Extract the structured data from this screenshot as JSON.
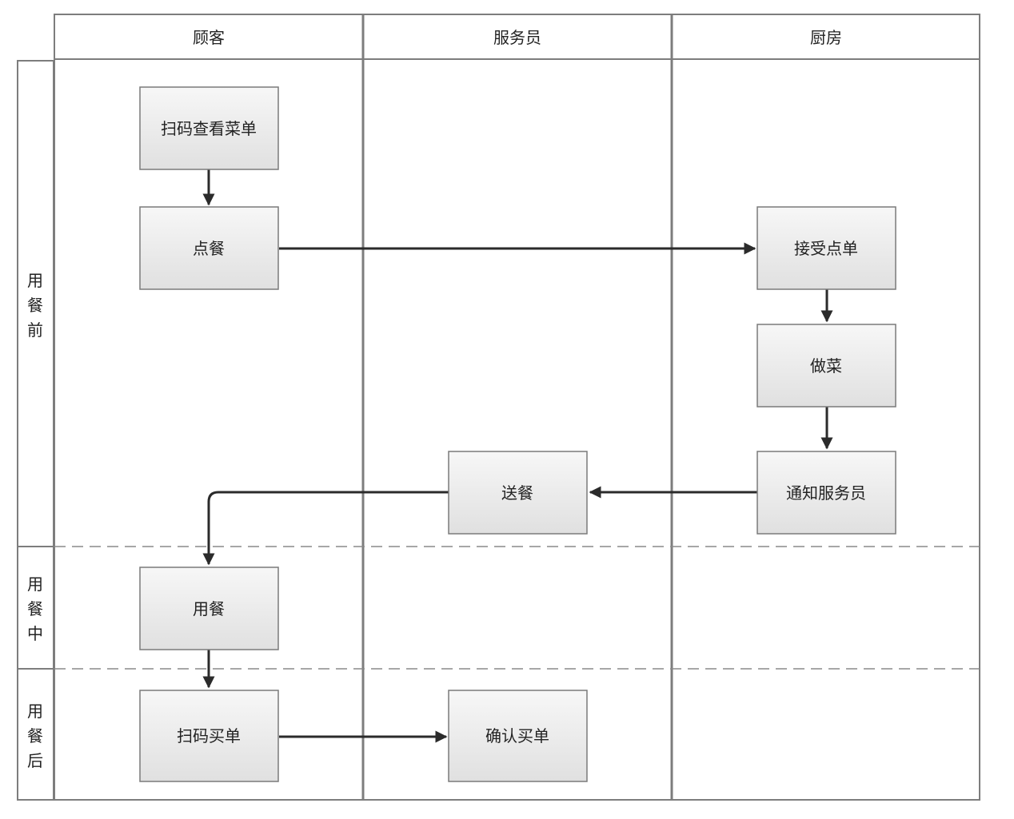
{
  "lanes": [
    "顾客",
    "服务员",
    "厨房"
  ],
  "phases": [
    {
      "chars": [
        "用",
        "餐",
        "前"
      ]
    },
    {
      "chars": [
        "用",
        "餐",
        "中"
      ]
    },
    {
      "chars": [
        "用",
        "餐",
        "后"
      ]
    }
  ],
  "steps": {
    "scan_menu": "扫码查看菜单",
    "order": "点餐",
    "accept_order": "接受点单",
    "cook": "做菜",
    "notify_waiter": "通知服务员",
    "serve": "送餐",
    "eat": "用餐",
    "scan_pay": "扫码买单",
    "confirm_pay": "确认买单"
  },
  "colors": {
    "box_top": "#f7f7f7",
    "box_bottom": "#e0e0e0",
    "border": "#7d7d7d",
    "arrow": "#2b2b2b",
    "divider": "#8a8a8a"
  }
}
